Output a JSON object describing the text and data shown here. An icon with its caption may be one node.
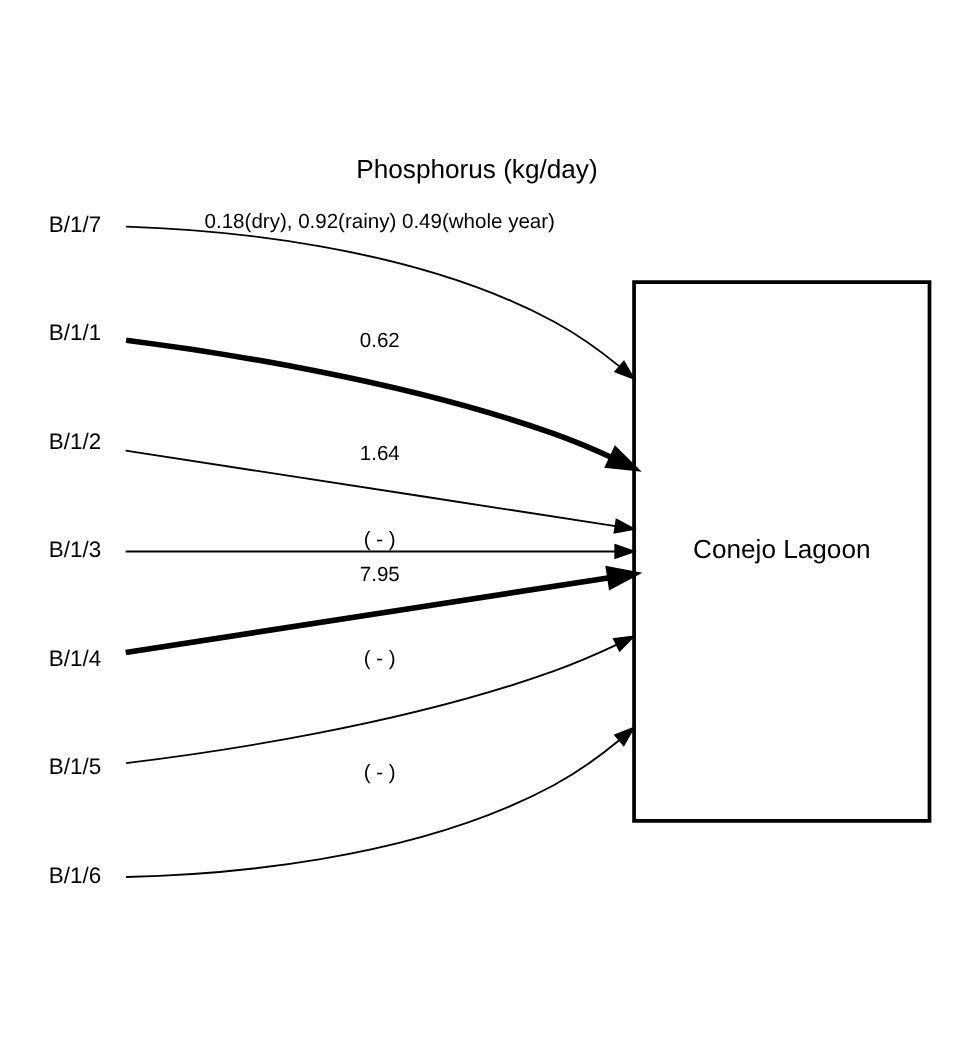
{
  "diagram": {
    "title": "Phosphorus (kg/day)",
    "nodes": [
      {
        "text": [
          "Conejo Lagoon"
        ]
      },
      {
        "text": [
          "B/1/7"
        ]
      },
      {
        "text": [
          "B/1/1"
        ]
      },
      {
        "text": [
          "B/1/2"
        ]
      },
      {
        "text": [
          "B/1/3"
        ]
      },
      {
        "text": [
          "B/1/4"
        ]
      },
      {
        "text": [
          "B/1/5"
        ]
      },
      {
        "text": [
          "B/1/6"
        ]
      }
    ],
    "edges": [
      {
        "from": 1,
        "to": 0,
        "arrow": "to",
        "label": "0.18(dry), 0.92(rainy) 0.49(whole year)"
      },
      {
        "from": 2,
        "to": 0,
        "arrow": "to",
        "label": "0.62",
        "style": "thick"
      },
      {
        "from": 3,
        "to": 0,
        "arrow": "to",
        "label": "1.64"
      },
      {
        "from": 4,
        "to": 0,
        "arrow": "to",
        "label": "( - )"
      },
      {
        "from": 5,
        "to": 0,
        "arrow": "to",
        "label": "7.95",
        "style": "thick"
      },
      {
        "from": 6,
        "to": 0,
        "arrow": "to",
        "label": "( - )"
      },
      {
        "from": 7,
        "to": 0,
        "arrow": "to",
        "label": "( - )"
      }
    ]
  }
}
